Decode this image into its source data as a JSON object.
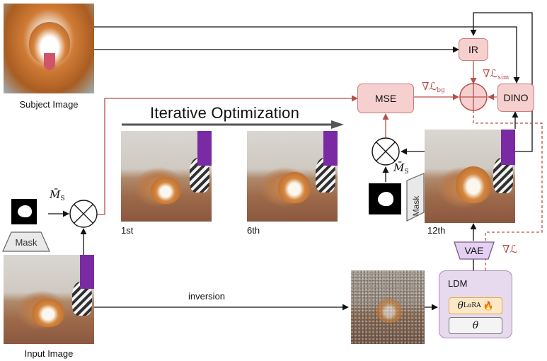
{
  "title": "Iterative Optimization",
  "labels": {
    "subject_image": "Subject Image",
    "input_image": "Input Image",
    "inversion": "inversion",
    "mask": "Mask",
    "masked_symbol": "M̄",
    "masked_sub": "S",
    "iter_1": "1st",
    "iter_6": "6th",
    "iter_12": "12th"
  },
  "modules": {
    "ir": "IR",
    "dino": "DINO",
    "mse": "MSE",
    "vae": "VAE",
    "ldm": "LDM",
    "theta_lora": "θ",
    "theta_lora_sub": "LoRA",
    "theta": "θ"
  },
  "losses": {
    "bg": "∇ℒ",
    "bg_sub": "bg",
    "sim": "∇ℒ",
    "sim_sub": "sim",
    "total": "∇ℒ"
  },
  "colors": {
    "loss_red": "#b5504b",
    "pink_fill": "#f6cfcf",
    "ldm_fill": "#e7d9ee",
    "lora_fill": "#fbe8c6"
  }
}
